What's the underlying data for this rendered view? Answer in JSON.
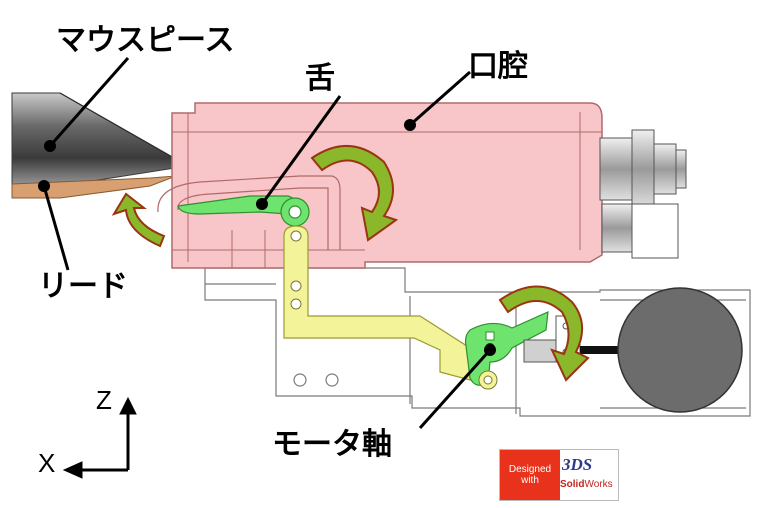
{
  "labels": {
    "mouthpiece": "マウスピース",
    "oral_cavity": "口腔",
    "tongue": "舌",
    "reed": "リード",
    "motor_shaft": "モータ軸"
  },
  "axes": {
    "z": "Z",
    "x": "X"
  },
  "logo": {
    "designed": "Designed",
    "with": "with",
    "brand_bold": "Solid",
    "brand_regular": "Works",
    "ds_mark": "3DS"
  },
  "colors": {
    "oral_cavity_fill": "#f8c6c8",
    "tongue_fill": "#6ee46e",
    "arm_fill": "#f3f39a",
    "arrow_fill": "#8bb82a",
    "arrow_stroke": "#9a3412",
    "mouthpiece_fill": "#8c8c8c",
    "reed_fill": "#d8a070",
    "weight_fill": "#6c6c6c",
    "logo_red": "#e8321c"
  }
}
